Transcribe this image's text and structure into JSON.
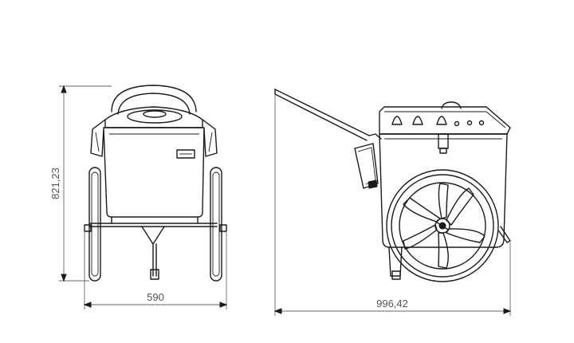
{
  "dimensions": {
    "front_height": "821,23",
    "front_width": "590",
    "side_length": "996,42"
  }
}
